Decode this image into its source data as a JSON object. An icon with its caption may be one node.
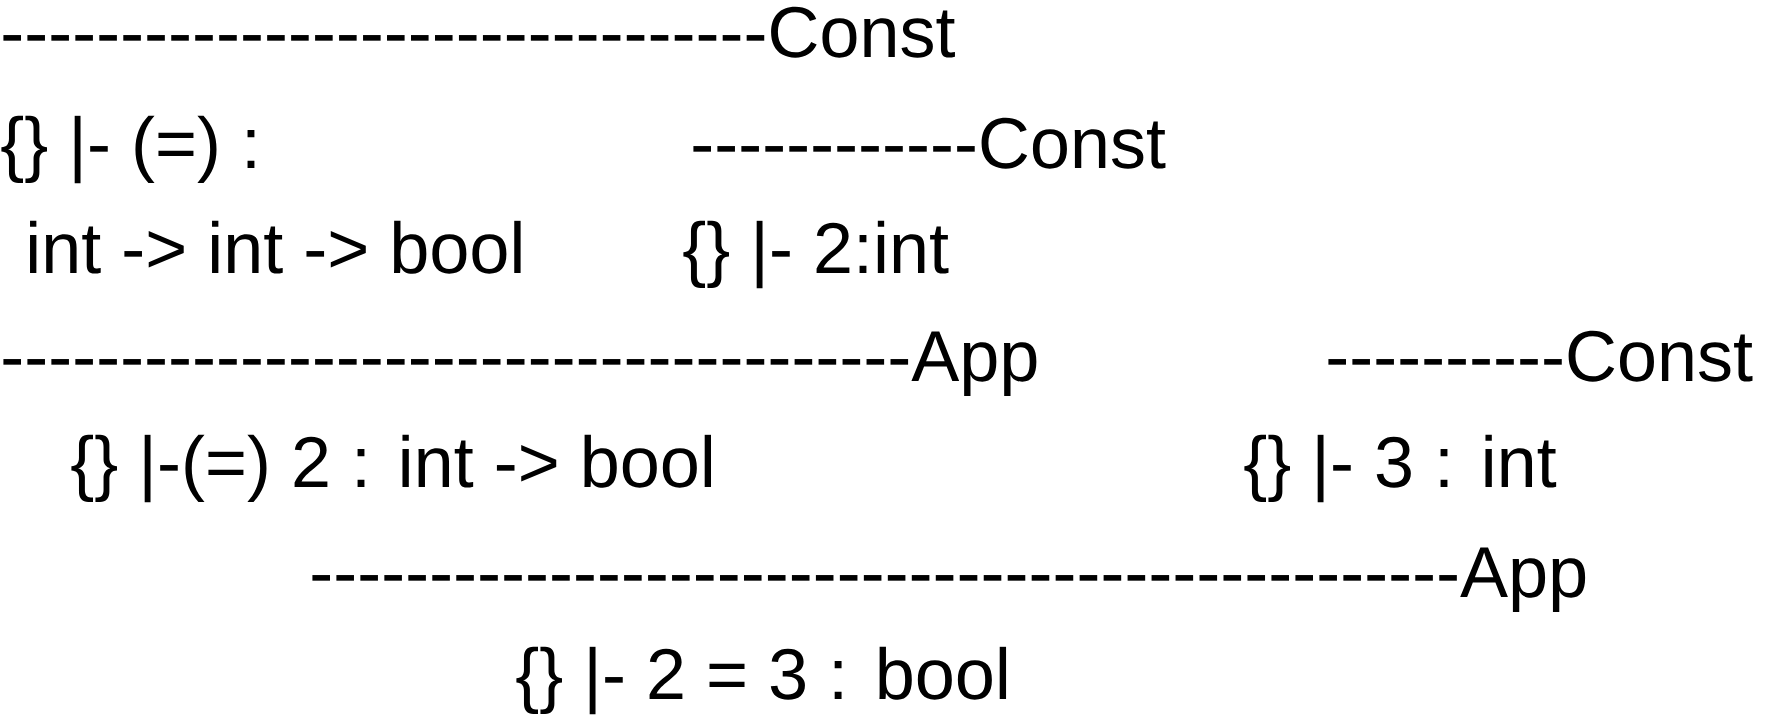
{
  "diagram": {
    "labels": [
      "--------------------------------Const",
      "{} |- (=) :",
      "------------Const",
      "int -> int -> bool",
      "{} |- 2:int",
      "--------------------------------------App",
      "----------Const",
      "{} |-(=) 2 : int -> bool",
      "{} |- 3 : int",
      "------------------------------------------------App",
      "{} |- 2 = 3 : bool"
    ]
  }
}
